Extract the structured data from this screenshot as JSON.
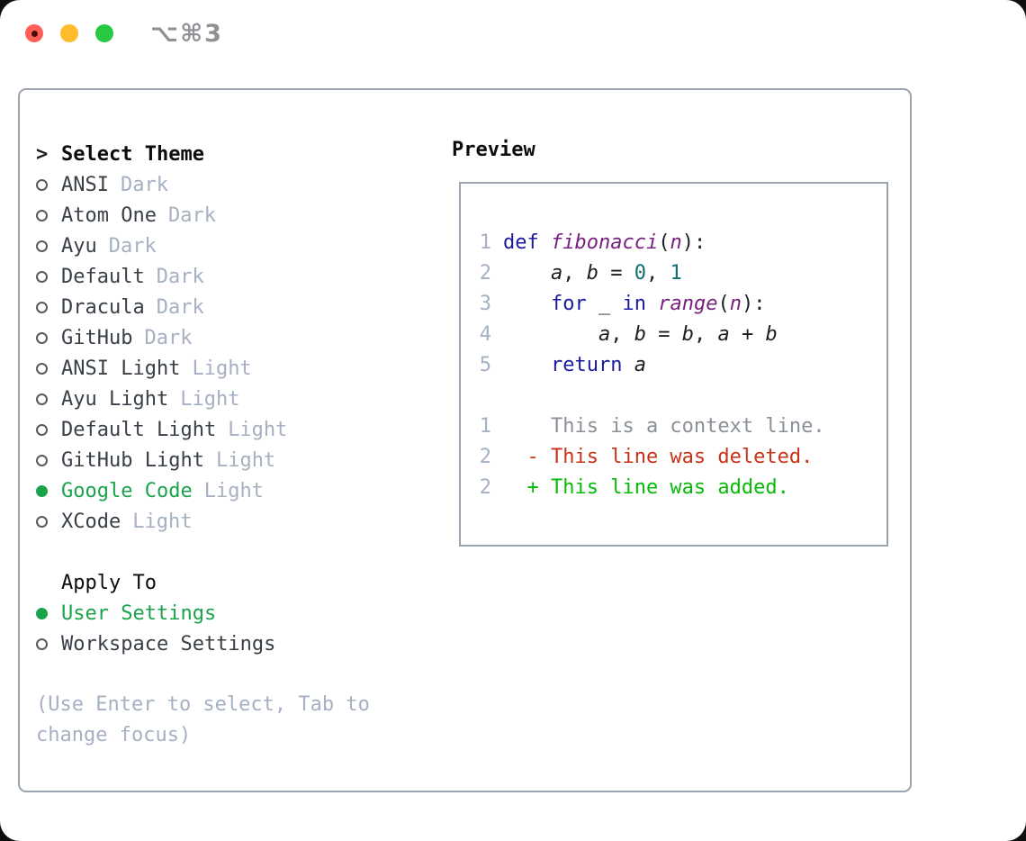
{
  "window": {
    "title": "⌥⌘3",
    "traffic_lights": {
      "close": "#ff5f57",
      "minimize": "#febc2e",
      "zoom": "#28c840"
    }
  },
  "colors": {
    "accent_green": "#1aa44a",
    "muted": "#a6b0c3",
    "border": "#9aa3ae",
    "diff_deleted": "#c63318",
    "diff_added": "#06ba06"
  },
  "theme_select": {
    "header_prefix": ">",
    "header_label": "Select Theme",
    "items": [
      {
        "name": "ANSI",
        "tag": "Dark",
        "selected": false
      },
      {
        "name": "Atom One",
        "tag": "Dark",
        "selected": false
      },
      {
        "name": "Ayu",
        "tag": "Dark",
        "selected": false
      },
      {
        "name": "Default",
        "tag": "Dark",
        "selected": false
      },
      {
        "name": "Dracula",
        "tag": "Dark",
        "selected": false
      },
      {
        "name": "GitHub",
        "tag": "Dark",
        "selected": false
      },
      {
        "name": "ANSI Light",
        "tag": "Light",
        "selected": false
      },
      {
        "name": "Ayu Light",
        "tag": "Light",
        "selected": false
      },
      {
        "name": "Default Light",
        "tag": "Light",
        "selected": false
      },
      {
        "name": "GitHub Light",
        "tag": "Light",
        "selected": false
      },
      {
        "name": "Google Code",
        "tag": "Light",
        "selected": true
      },
      {
        "name": "XCode",
        "tag": "Light",
        "selected": false
      }
    ]
  },
  "apply_to": {
    "header_label": "Apply To",
    "options": [
      {
        "label": "User Settings",
        "selected": true
      },
      {
        "label": "Workspace Settings",
        "selected": false
      }
    ]
  },
  "help_text": "(Use Enter to select, Tab to change focus)",
  "preview": {
    "header_label": "Preview",
    "code_lines": [
      {
        "num": "1",
        "tokens": [
          {
            "t": "def",
            "c": "kw"
          },
          {
            "t": " ",
            "c": "pl"
          },
          {
            "t": "fibonacci",
            "c": "fn"
          },
          {
            "t": "(",
            "c": "pl"
          },
          {
            "t": "n",
            "c": "pm"
          },
          {
            "t": "):",
            "c": "pl"
          }
        ]
      },
      {
        "num": "2",
        "tokens": [
          {
            "t": "    ",
            "c": "pl"
          },
          {
            "t": "a",
            "c": "var"
          },
          {
            "t": ", ",
            "c": "pl"
          },
          {
            "t": "b",
            "c": "var"
          },
          {
            "t": " = ",
            "c": "pl"
          },
          {
            "t": "0",
            "c": "num"
          },
          {
            "t": ", ",
            "c": "pl"
          },
          {
            "t": "1",
            "c": "num"
          }
        ]
      },
      {
        "num": "3",
        "tokens": [
          {
            "t": "    ",
            "c": "pl"
          },
          {
            "t": "for",
            "c": "kw"
          },
          {
            "t": " _ ",
            "c": "pl"
          },
          {
            "t": "in",
            "c": "kw"
          },
          {
            "t": " ",
            "c": "pl"
          },
          {
            "t": "range",
            "c": "fn"
          },
          {
            "t": "(",
            "c": "pl"
          },
          {
            "t": "n",
            "c": "pm"
          },
          {
            "t": "):",
            "c": "pl"
          }
        ]
      },
      {
        "num": "4",
        "tokens": [
          {
            "t": "        ",
            "c": "pl"
          },
          {
            "t": "a",
            "c": "var"
          },
          {
            "t": ", ",
            "c": "pl"
          },
          {
            "t": "b",
            "c": "var"
          },
          {
            "t": " = ",
            "c": "pl"
          },
          {
            "t": "b",
            "c": "var"
          },
          {
            "t": ", ",
            "c": "pl"
          },
          {
            "t": "a",
            "c": "var"
          },
          {
            "t": " + ",
            "c": "pl"
          },
          {
            "t": "b",
            "c": "var"
          }
        ]
      },
      {
        "num": "5",
        "tokens": [
          {
            "t": "    ",
            "c": "pl"
          },
          {
            "t": "return",
            "c": "kw"
          },
          {
            "t": " ",
            "c": "pl"
          },
          {
            "t": "a",
            "c": "var"
          }
        ]
      }
    ],
    "diff_lines": [
      {
        "num": "1",
        "cls": "ctx",
        "text": "    This is a context line."
      },
      {
        "num": "2",
        "cls": "del",
        "text": "  - This line was deleted."
      },
      {
        "num": "2",
        "cls": "add",
        "text": "  + This line was added."
      }
    ]
  }
}
